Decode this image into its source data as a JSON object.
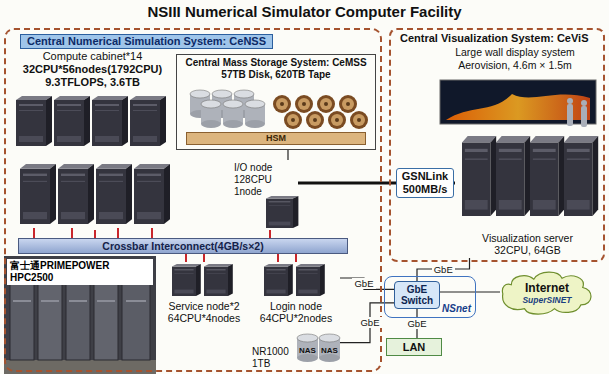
{
  "diagram": {
    "title": "NSIII Numerical Simulator Computer Facility",
    "nodes": [
      {
        "text": [
          "Central Numerical Simulation System: CeNSS"
        ]
      },
      {
        "text": [
          "Compute cabinet*14",
          "32CPU*56nodes(1792CPU)",
          "9.3TFLOPS, 3.6TB"
        ],
        "in": 0
      },
      {
        "text": [
          "Central Mass Storage System: CeMSS",
          "57TB Disk, 620TB Tape"
        ],
        "in": 0
      },
      {
        "text": [
          "HSM"
        ],
        "in": 2
      },
      {
        "text": [
          "I/O node",
          "128CPU",
          "1node"
        ],
        "in": 0
      },
      {
        "text": [
          "Crossbar Interconnect(4GB/s×2)"
        ],
        "in": 0
      },
      {
        "text": [
          "Service node*2",
          "64CPU*4nodes"
        ],
        "in": 0
      },
      {
        "text": [
          "Login node",
          "64CPU*2nodes"
        ],
        "in": 0
      },
      {
        "text": [
          "NR1000",
          "1TB"
        ],
        "in": 0
      },
      {
        "text": [
          "富士通PRIMEPOWER HPC2500"
        ],
        "in": 0
      },
      {
        "text": [
          "Central Visualization System: CeViS"
        ]
      },
      {
        "text": [
          "Large wall display system",
          "Aerovision, 4.6m × 1.5m"
        ],
        "in": 10
      },
      {
        "text": [
          "Visualization server",
          "32CPU, 64GB"
        ],
        "in": 10
      },
      {
        "text": [
          "NSnet"
        ]
      },
      {
        "text": [
          "GbE Switch"
        ],
        "in": 13
      },
      {
        "text": [
          "Internet",
          "SuperSINET"
        ]
      },
      {
        "text": [
          "LAN"
        ]
      }
    ],
    "edges": [
      {
        "from": 1,
        "to": 5,
        "arrow": "none"
      },
      {
        "from": 2,
        "to": 4,
        "arrow": "none"
      },
      {
        "from": 4,
        "to": 5,
        "arrow": "none"
      },
      {
        "from": 6,
        "to": 5,
        "arrow": "none"
      },
      {
        "from": 7,
        "to": 5,
        "arrow": "none"
      },
      {
        "from": 4,
        "to": 12,
        "label": "GSNLink 500MB/s",
        "arrow": "none"
      },
      {
        "from": 7,
        "to": 14,
        "label": "GbE",
        "arrow": "none"
      },
      {
        "from": 12,
        "to": 14,
        "label": "GbE",
        "arrow": "none"
      },
      {
        "from": 8,
        "to": 14,
        "label": "GbE",
        "arrow": "none"
      },
      {
        "from": 14,
        "to": 16,
        "label": "GbE",
        "arrow": "none"
      },
      {
        "from": 14,
        "to": 15,
        "arrow": "none"
      }
    ],
    "labels": [
      "NAS",
      "NAS"
    ]
  }
}
